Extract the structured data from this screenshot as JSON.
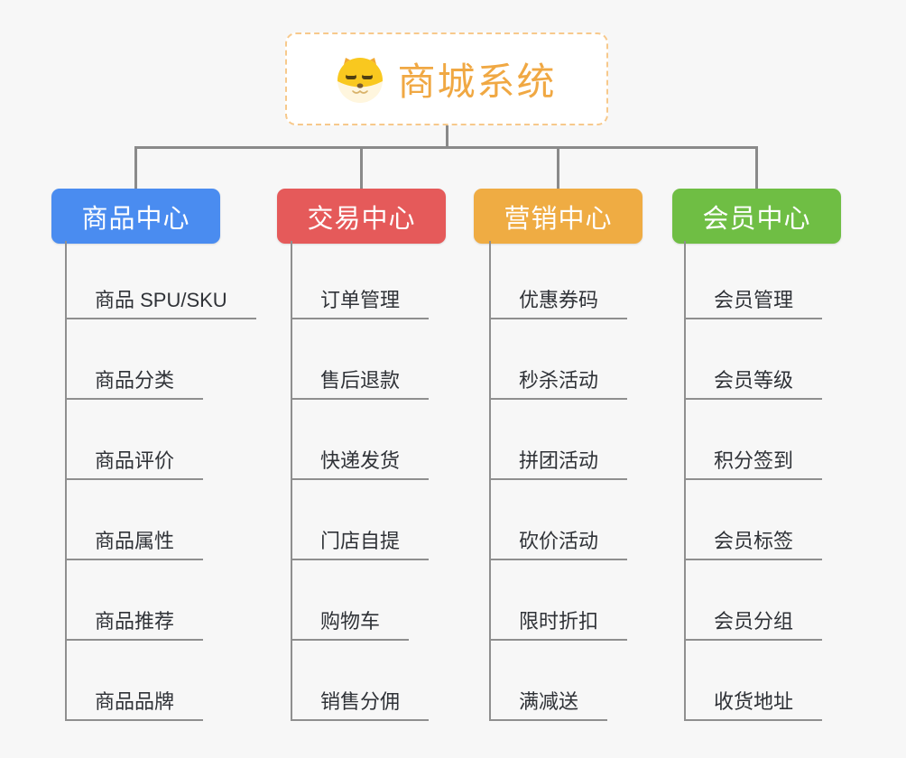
{
  "page": {
    "background": "#F7F7F7",
    "connector_color": "#8A8A8A"
  },
  "root": {
    "title": "商城系统",
    "title_color": "#F0A843",
    "border_color": "#F7C98C",
    "icon": "dog-face-icon"
  },
  "branches": [
    {
      "label": "商品中心",
      "color": "#4A8CF0",
      "children": [
        "商品 SPU/SKU",
        "商品分类",
        "商品评价",
        "商品属性",
        "商品推荐",
        "商品品牌"
      ]
    },
    {
      "label": "交易中心",
      "color": "#E55A5A",
      "children": [
        "订单管理",
        "售后退款",
        "快递发货",
        "门店自提",
        "购物车",
        "销售分佣"
      ]
    },
    {
      "label": "营销中心",
      "color": "#EFAC43",
      "children": [
        "优惠券码",
        "秒杀活动",
        "拼团活动",
        "砍价活动",
        "限时折扣",
        "满减送"
      ]
    },
    {
      "label": "会员中心",
      "color": "#6FBE44",
      "children": [
        "会员管理",
        "会员等级",
        "积分签到",
        "会员标签",
        "会员分组",
        "收货地址"
      ]
    }
  ]
}
